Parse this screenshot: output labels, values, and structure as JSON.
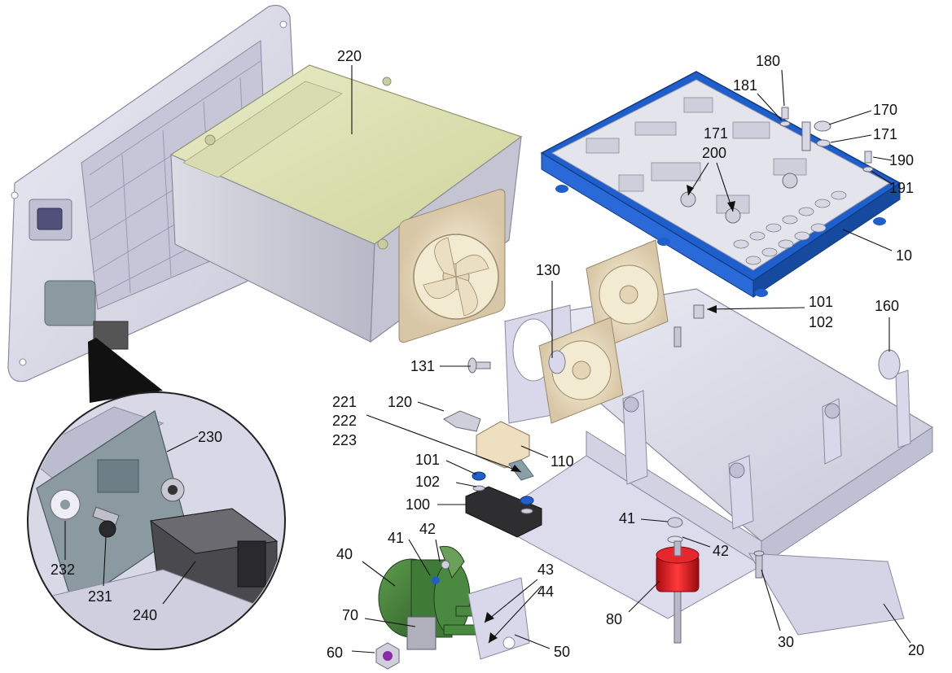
{
  "diagram": {
    "labels": {
      "l10": "10",
      "l20": "20",
      "l30": "30",
      "l40": "40",
      "l41a": "41",
      "l41b": "41",
      "l42a": "42",
      "l42b": "42",
      "l43": "43",
      "l44": "44",
      "l50": "50",
      "l60": "60",
      "l70": "70",
      "l80": "80",
      "l100": "100",
      "l101a": "101",
      "l101b": "101",
      "l102a": "102",
      "l102b": "102",
      "l110": "110",
      "l120": "120",
      "l130": "130",
      "l131": "131",
      "l160": "160",
      "l170": "170",
      "l171a": "171",
      "l171b": "171",
      "l180": "180",
      "l181": "181",
      "l190": "190",
      "l191": "191",
      "l200": "200",
      "l220": "220",
      "l221": "221",
      "l222": "222",
      "l223": "223",
      "l230": "230",
      "l231": "231",
      "l232": "232",
      "l240": "240"
    },
    "colors": {
      "sheet_metal": "#dcdcee",
      "psu_housing": "#dfe3b8",
      "board_frame": "#1f5fcc",
      "board": "#e4e4ec",
      "fan": "#efe2c8",
      "solenoid": "#3f7a36",
      "mount": "#d8141c",
      "bracket": "#8a9aa0",
      "connector": "#4a4a4a"
    }
  }
}
